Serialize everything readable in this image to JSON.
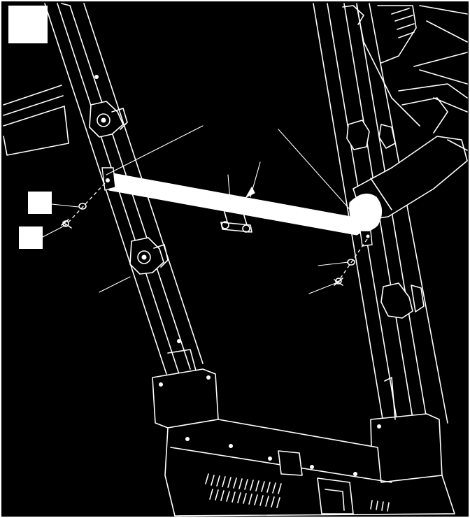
{
  "diagram": {
    "callout_boxes": [
      {
        "id": "step",
        "label": ""
      },
      {
        "id": "washer",
        "label": ""
      },
      {
        "id": "bolt",
        "label": ""
      }
    ],
    "colors": {
      "background": "#000000",
      "line": "#ffffff",
      "highlight": "#ffffff"
    }
  }
}
